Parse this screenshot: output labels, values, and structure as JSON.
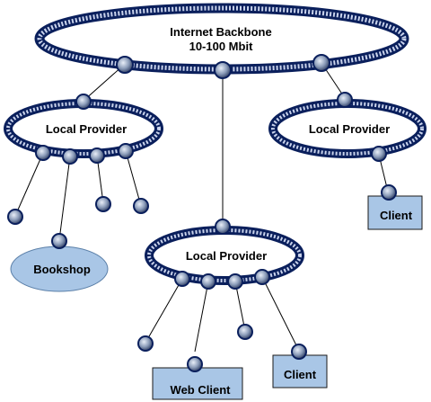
{
  "backbone": {
    "line1": "Internet Backbone",
    "line2": "10-100 Mbit"
  },
  "providers": {
    "left": "Local Provider",
    "right": "Local Provider",
    "center": "Local Provider"
  },
  "endpoints": {
    "bookshop": "Bookshop",
    "client_right": "Client",
    "web_client": "Web Client",
    "client_bottom": "Client"
  },
  "colors": {
    "ring_dark": "#0a1f5c",
    "ring_light": "#c9d3ec",
    "node_fill": "#8a9bb8",
    "box_fill": "#a9c6e6",
    "ellipse_fill": "#a9c6e6",
    "line": "#000000"
  }
}
